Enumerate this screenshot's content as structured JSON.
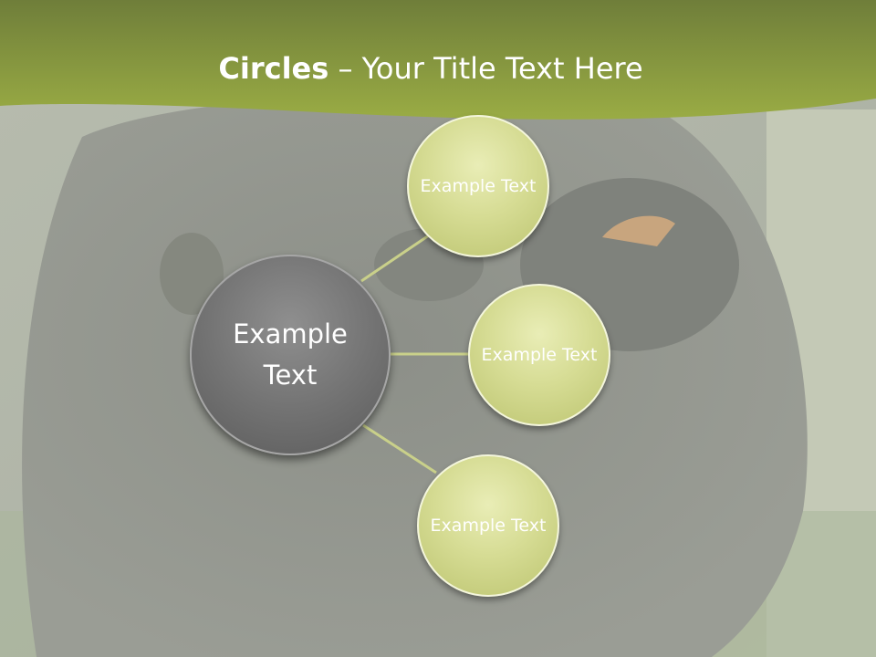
{
  "slide": {
    "title_strong": "Circles",
    "title_rest": " – Your Title Text Here"
  },
  "diagram": {
    "center": {
      "label": "Example Text"
    },
    "nodes": [
      {
        "label": "Example Text"
      },
      {
        "label": "Example Text"
      },
      {
        "label": "Example Text"
      }
    ]
  },
  "colors": {
    "header_green": "#8c9e3e",
    "node_fill": "#d6dc94",
    "hub_fill": "#747474",
    "connector": "#c9d08a"
  }
}
